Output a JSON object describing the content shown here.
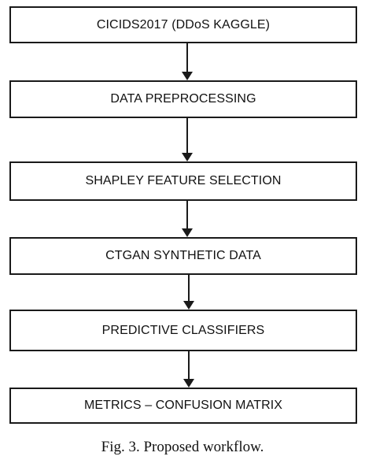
{
  "diagram": {
    "steps": [
      "CICIDS2017 (DDoS KAGGLE)",
      "DATA PREPROCESSING",
      "SHAPLEY FEATURE SELECTION",
      "CTGAN SYNTHETIC DATA",
      "PREDICTIVE CLASSIFIERS",
      "METRICS – CONFUSION MATRIX"
    ]
  },
  "caption": "Fig. 3. Proposed workflow."
}
